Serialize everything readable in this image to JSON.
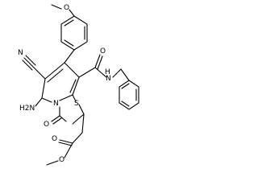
{
  "atoms": {
    "O_methoxy": "O",
    "N_cyano": "N",
    "H_amide": "H",
    "N_amide": "N",
    "O_amide": "O",
    "NH2_amino": "H2N",
    "N_ring": "N",
    "S_ring": "S",
    "O_lactam": "O",
    "O_ester_carbonyl": "O",
    "O_ester": "O"
  }
}
